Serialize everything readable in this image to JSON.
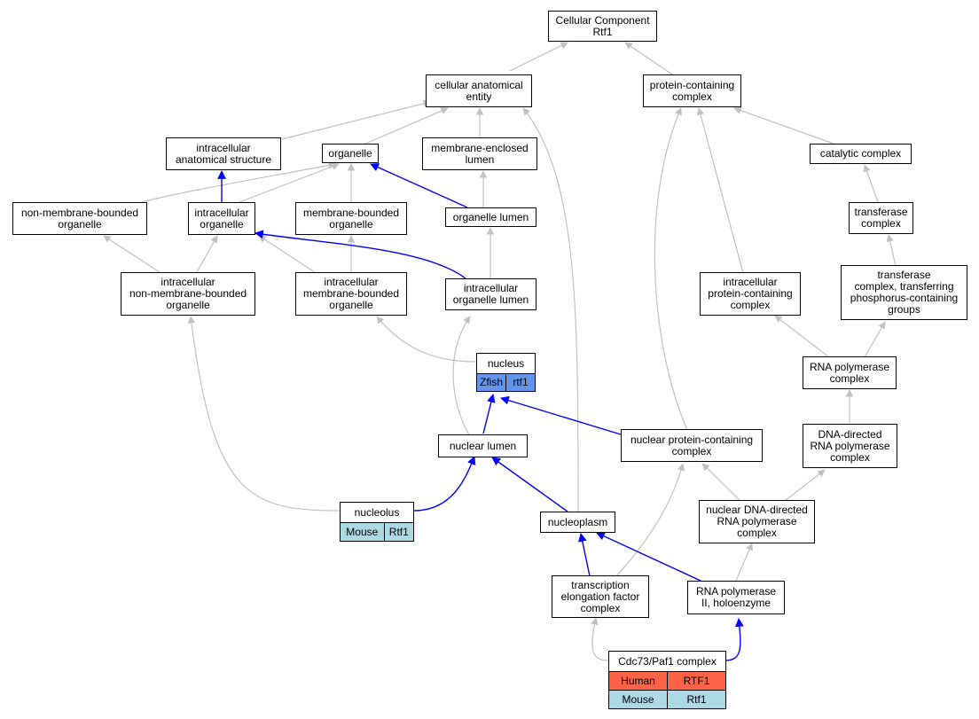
{
  "colors": {
    "gray_edge": "#c0c0c0",
    "blue_edge": "#0000ff",
    "zfish": "#6495ed",
    "human": "#ff6347",
    "mouse": "#add8e6"
  },
  "nodes": {
    "root": [
      "Cellular Component",
      "Rtf1"
    ],
    "cae": [
      "cellular anatomical",
      "entity"
    ],
    "pcc": [
      "protein-containing",
      "complex"
    ],
    "ias": [
      "intracellular",
      "anatomical structure"
    ],
    "organelle": [
      "organelle"
    ],
    "mel": [
      "membrane-enclosed",
      "lumen"
    ],
    "cat": [
      "catalytic complex"
    ],
    "nmbo": [
      "non-membrane-bounded",
      "organelle"
    ],
    "io": [
      "intracellular",
      "organelle"
    ],
    "mbo": [
      "membrane-bounded",
      "organelle"
    ],
    "ol": [
      "organelle lumen"
    ],
    "tc": [
      "transferase",
      "complex"
    ],
    "inmbo": [
      "intracellular",
      "non-membrane-bounded",
      "organelle"
    ],
    "imbo": [
      "intracellular",
      "membrane-bounded",
      "organelle"
    ],
    "iol": [
      "intracellular",
      "organelle lumen"
    ],
    "ipcc": [
      "intracellular",
      "protein-containing",
      "complex"
    ],
    "tctp": [
      "transferase",
      "complex, transferring",
      "phosphorus-containing",
      "groups"
    ],
    "rnap": [
      "RNA polymerase",
      "complex"
    ],
    "nl": [
      "nuclear lumen"
    ],
    "npcc": [
      "nuclear protein-containing",
      "complex"
    ],
    "ddrnap": [
      "DNA-directed",
      "RNA polymerase",
      "complex"
    ],
    "nucleoplasm": [
      "nucleoplasm"
    ],
    "nddrnap": [
      "nuclear DNA-directed",
      "RNA polymerase",
      "complex"
    ],
    "tefc": [
      "transcription",
      "elongation factor",
      "complex"
    ],
    "rnap2h": [
      "RNA polymerase",
      "II, holoenzyme"
    ]
  },
  "records": {
    "nucleus": {
      "title": "nucleus",
      "rows": [
        {
          "color": "zfish",
          "cells": [
            "Zfish",
            "rtf1"
          ]
        }
      ]
    },
    "nucleolus": {
      "title": "nucleolus",
      "rows": [
        {
          "color": "mouse",
          "cells": [
            "Mouse",
            "Rtf1"
          ]
        }
      ]
    },
    "cdc73": {
      "title": "Cdc73/Paf1 complex",
      "rows": [
        {
          "color": "human",
          "cells": [
            "Human",
            "RTF1"
          ]
        },
        {
          "color": "mouse",
          "cells": [
            "Mouse",
            "Rtf1"
          ]
        }
      ]
    }
  }
}
